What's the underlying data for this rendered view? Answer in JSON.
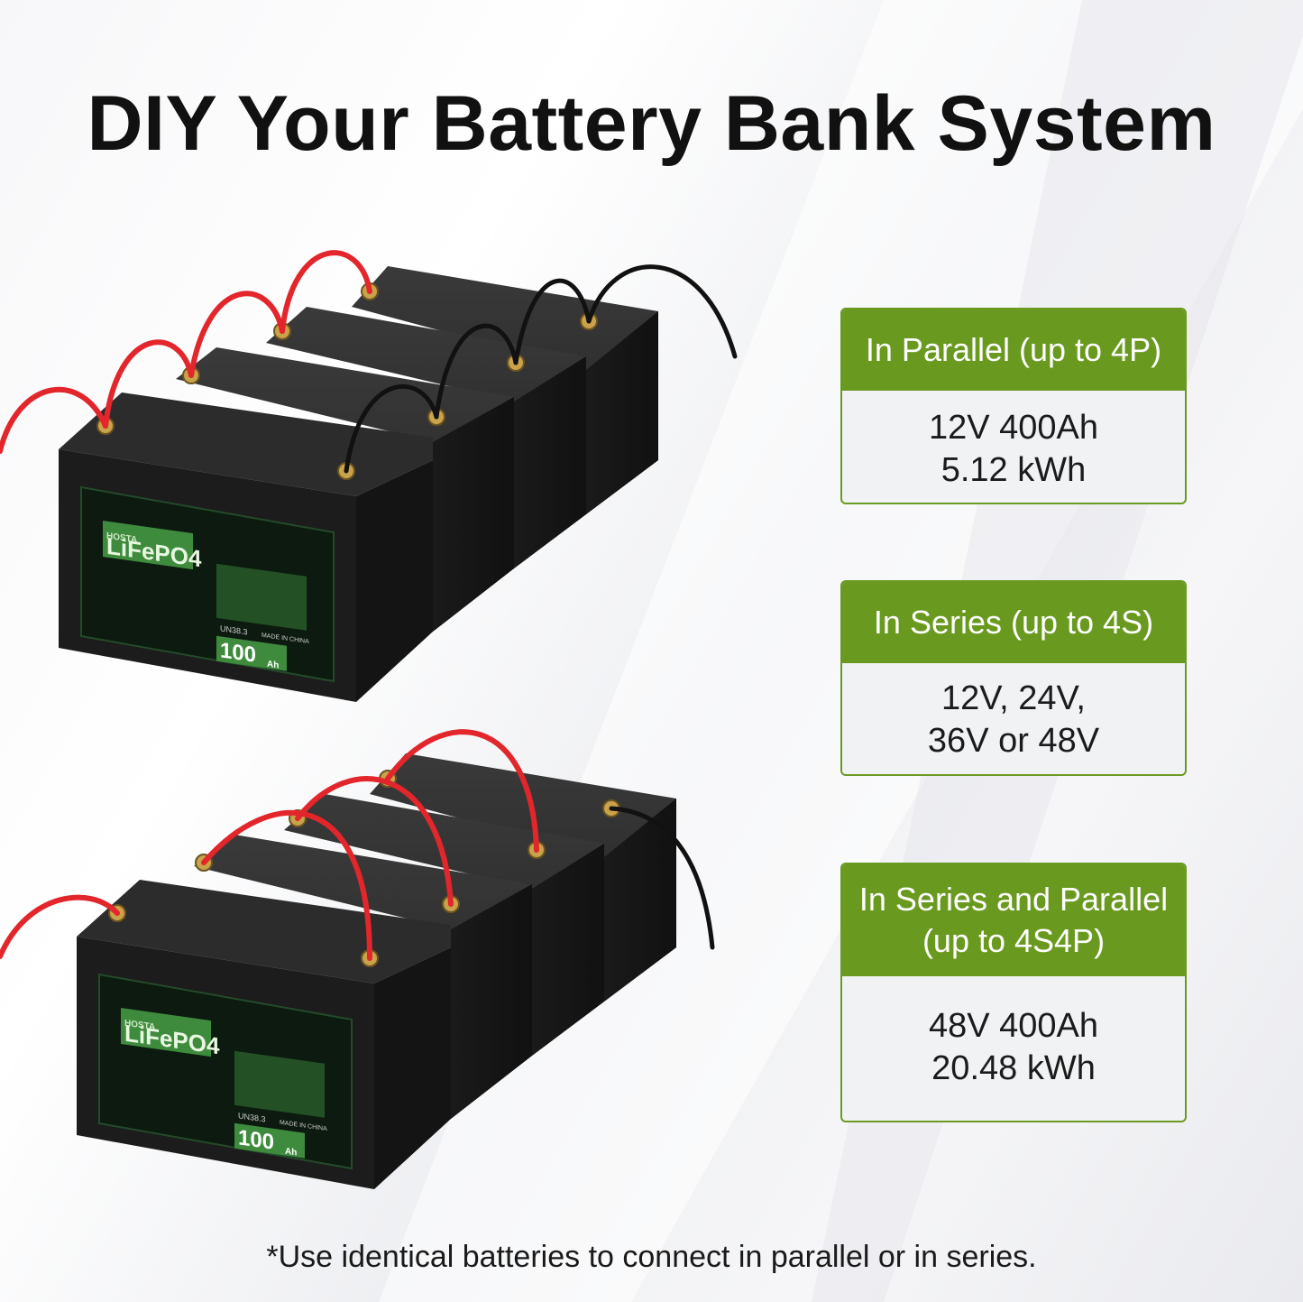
{
  "title": "DIY Your Battery Bank System",
  "battery": {
    "brand": "HOSTA",
    "chemistry": "LiFePO4",
    "capacity": "100",
    "capacity_unit": "Ah",
    "cert": "UN38.3",
    "made_in": "MADE IN CHINA"
  },
  "cards": [
    {
      "heading": [
        "In Parallel (up to 4P)"
      ],
      "lines": [
        "12V 400Ah",
        "5.12 kWh"
      ]
    },
    {
      "heading": [
        "In Series (up to 4S)"
      ],
      "lines": [
        "12V, 24V,",
        "36V or 48V"
      ]
    },
    {
      "heading": [
        "In Series and Parallel",
        "(up to 4S4P)"
      ],
      "lines": [
        "48V 400Ah",
        "20.48 kWh"
      ]
    }
  ],
  "footnote": "*Use identical batteries to connect in parallel or in series.",
  "colors": {
    "accent_green": "#699a1f",
    "cable_red": "#e2262b",
    "cable_black": "#111111",
    "battery_body": "#1e1e1e"
  }
}
